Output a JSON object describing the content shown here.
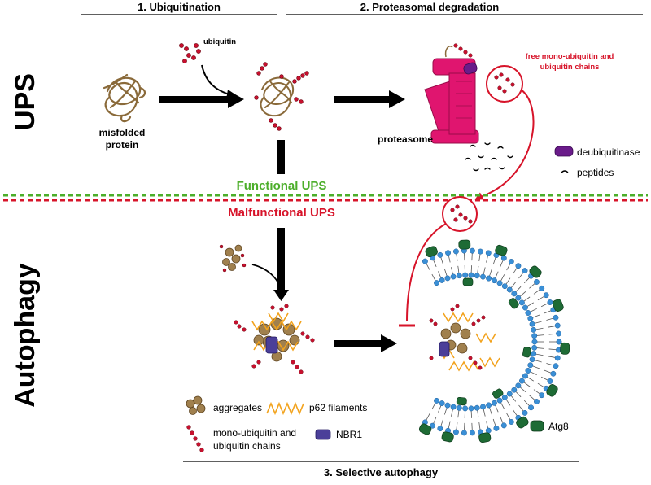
{
  "headers": {
    "step1": "1. Ubiquitination",
    "step2": "2. Proteasomal degradation",
    "step3": "3. Selective autophagy"
  },
  "side_labels": {
    "ups": "UPS",
    "autophagy": "Autophagy"
  },
  "labels": {
    "ubiquitin": "ubiquitin",
    "misfolded_line1": "misfolded",
    "misfolded_line2": "protein",
    "proteasome": "proteasome",
    "free_ub_line1": "free mono-ubiquitin and",
    "free_ub_line2": "ubiquitin chains",
    "functional": "Functional UPS",
    "malfunctional": "Malfunctional UPS"
  },
  "legend_top": {
    "deubiquitinase": "deubiquitinase",
    "peptides": "peptides"
  },
  "legend_bottom": {
    "aggregates": "aggregates",
    "p62": "p62 filaments",
    "ub_line1": "mono-ubiquitin and",
    "ub_line2": "ubiquitin chains",
    "nbr1": "NBR1",
    "atg8": "Atg8"
  },
  "colors": {
    "ubiquitin_red": "#c8102e",
    "proteasome_pink": "#e0156f",
    "deubiquitinase_purple": "#6a1b8a",
    "nbr1_blue": "#4b3f99",
    "p62_orange": "#f2a21b",
    "atg8_green": "#1e6b35",
    "membrane_blue": "#3a8fd6",
    "protein_brown": "#8a6a3a",
    "functional_green": "#4cae2a",
    "malfunctional_red": "#d7142a"
  }
}
